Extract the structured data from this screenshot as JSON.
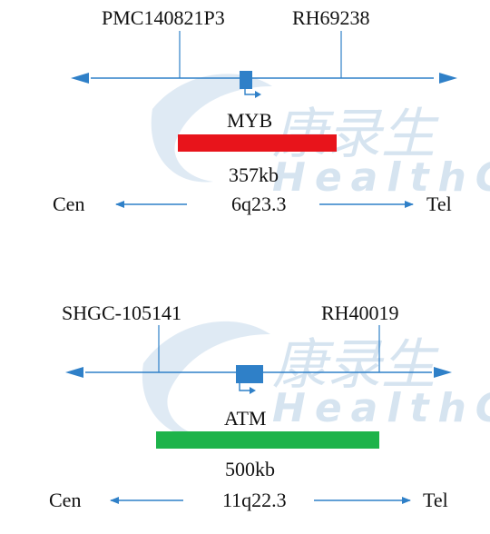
{
  "colors": {
    "axis": "#2f80c8",
    "gene_box": "#2f80c8",
    "bar_top": "#e8141b",
    "bar_bottom": "#1db34a",
    "text": "#111111",
    "watermark": "#c9dcec"
  },
  "watermark": {
    "cn_text": "康录生",
    "en_text": "HealthC"
  },
  "panels": [
    {
      "marker_left": "PMC140821P3",
      "marker_right": "RH69238",
      "gene": "MYB",
      "size": "357kb",
      "cen": "Cen",
      "band": "6q23.3",
      "tel": "Tel"
    },
    {
      "marker_left": "SHGC-105141",
      "marker_right": "RH40019",
      "gene": "ATM",
      "size": "500kb",
      "cen": "Cen",
      "band": "11q22.3",
      "tel": "Tel"
    }
  ]
}
